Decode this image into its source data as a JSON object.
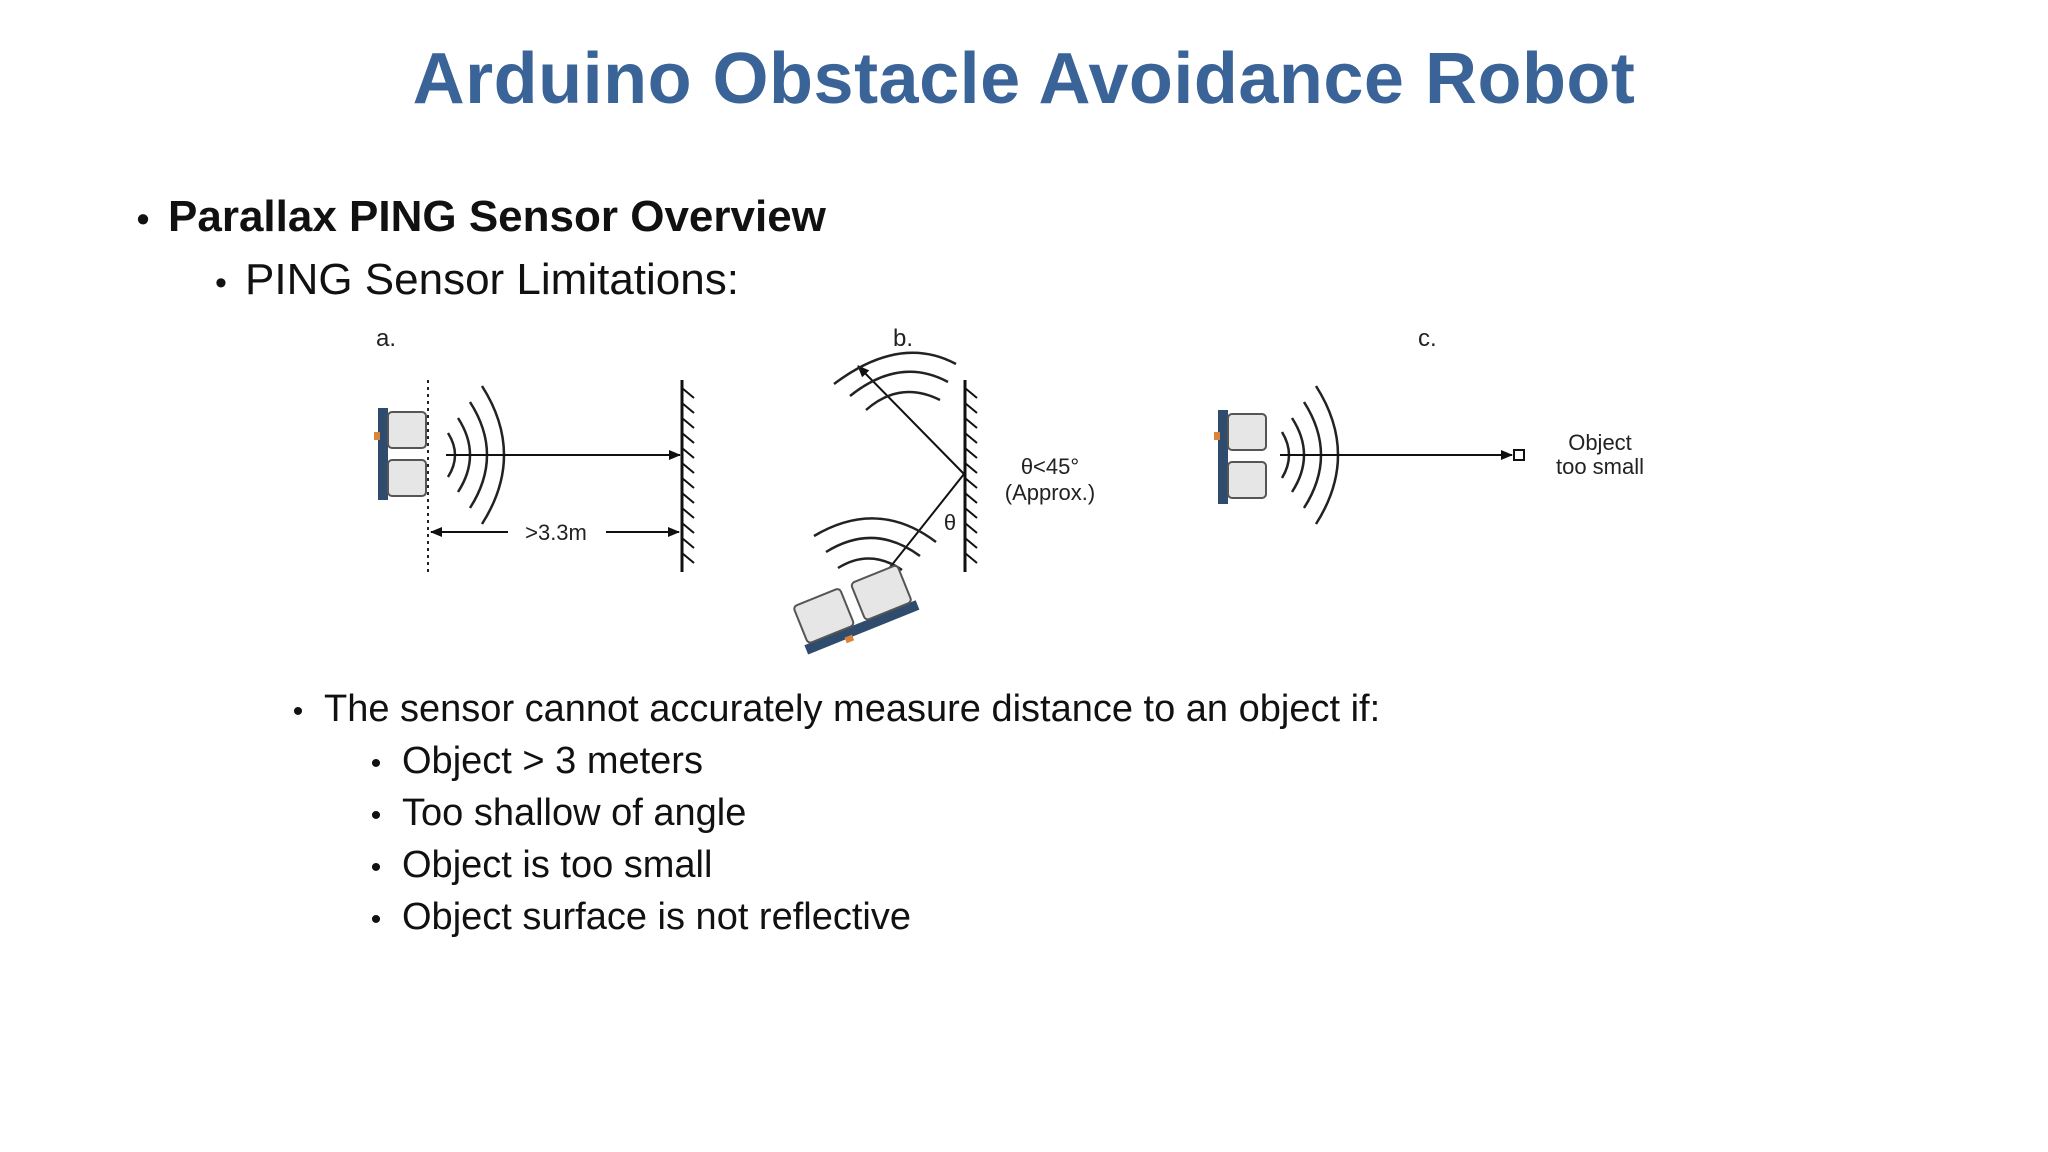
{
  "slide": {
    "title": "Arduino Obstacle Avoidance Robot",
    "heading": "Parallax PING Sensor Overview",
    "subheading": "PING Sensor Limitations:",
    "intro": "The sensor cannot accurately measure distance to an object if:",
    "limitations": [
      "Object > 3 meters",
      "Too shallow of angle",
      "Object is too small",
      "Object surface is not reflective"
    ]
  },
  "figure": {
    "panel_a": {
      "label": "a.",
      "distance": ">3.3m"
    },
    "panel_b": {
      "label": "b.",
      "angle_line1": "θ<45°",
      "angle_line2": "(Approx.)",
      "theta": "θ"
    },
    "panel_c": {
      "label": "c.",
      "object_line1": "Object",
      "object_line2": "too small"
    }
  },
  "colors": {
    "title": "#3a6397",
    "text": "#111111",
    "sensor_board": "#2f4c6e",
    "sensor_pin": "#d9843a"
  }
}
